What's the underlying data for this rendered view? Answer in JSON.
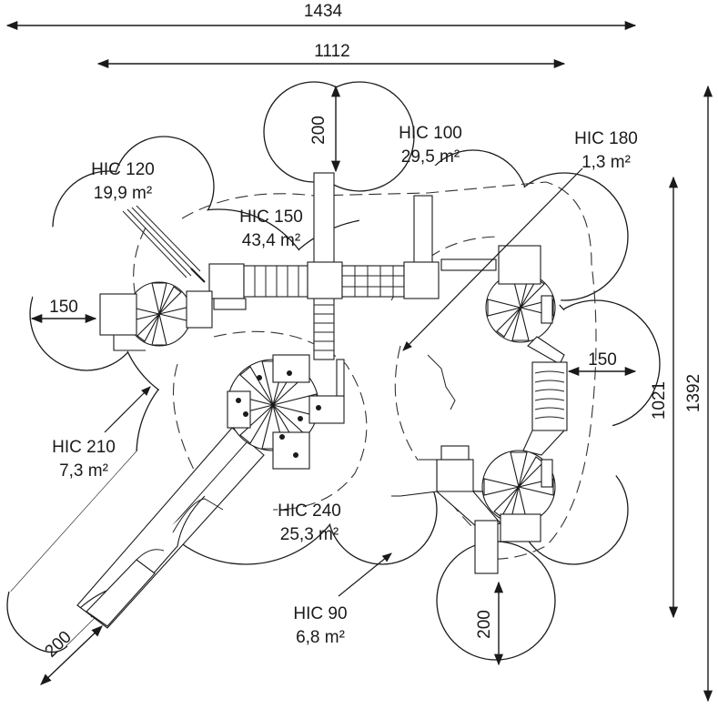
{
  "dimensions": {
    "top_outer": "1434",
    "top_inner": "1112",
    "right_outer": "1392",
    "right_inner": "1021",
    "zone_left": "150",
    "zone_right": "150",
    "zone_top": "200",
    "zone_bottom": "200",
    "zone_slide": "200"
  },
  "labels": {
    "hic100": {
      "name": "HIC 100",
      "area": "29,5 m²"
    },
    "hic120": {
      "name": "HIC 120",
      "area": "19,9 m²"
    },
    "hic150": {
      "name": "HIC 150",
      "area": "43,4 m²"
    },
    "hic180": {
      "name": "HIC 180",
      "area": "1,3 m²"
    },
    "hic210": {
      "name": "HIC 210",
      "area": "7,3 m²"
    },
    "hic240": {
      "name": "HIC 240",
      "area": "25,3 m²"
    },
    "hic90": {
      "name": "HIC 90",
      "area": "6,8 m²"
    }
  }
}
